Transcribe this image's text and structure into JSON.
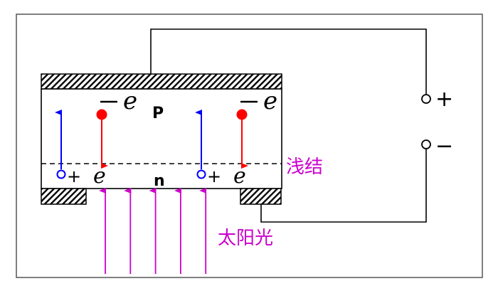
{
  "diagram": {
    "title": "Solar cell p-n junction",
    "labels": {
      "p_region": "P",
      "n_region": "n",
      "junction": "浅结",
      "sunlight": "太阳光",
      "terminal_plus": "+",
      "terminal_minus": "−",
      "electron_symbol": "e",
      "minus_sign": "−",
      "plus_sign": "+"
    },
    "carriers": [
      {
        "id": "left",
        "hole_label": "+",
        "electron_label": "e",
        "top_label": "−e"
      },
      {
        "id": "right",
        "hole_label": "+",
        "electron_label": "e",
        "top_label": "−e"
      }
    ],
    "sunlight_rays": 5,
    "colors": {
      "hole": "#0000ff",
      "electron": "#ff0000",
      "light": "#cc00cc",
      "label_accent": "#cc00cc",
      "wire": "#000000"
    }
  }
}
